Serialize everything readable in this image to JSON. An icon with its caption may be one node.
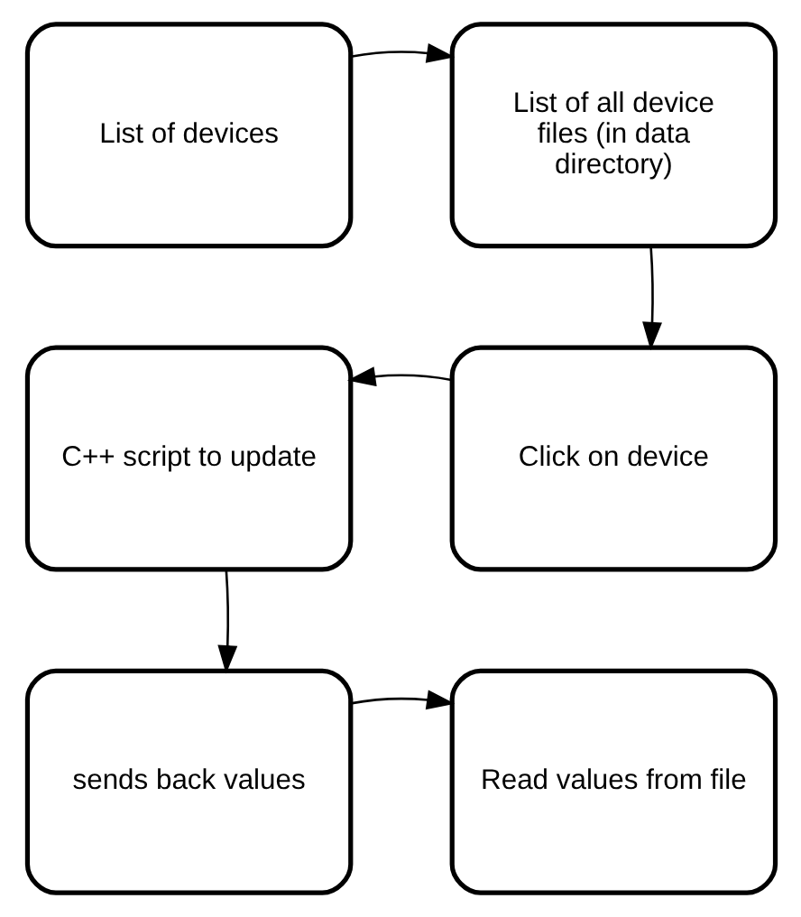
{
  "diagram": {
    "nodes": [
      {
        "text": [
          "List of devices"
        ]
      },
      {
        "text": [
          "List of all device files (in data directory)"
        ]
      },
      {
        "text": [
          "C++ script to update"
        ]
      },
      {
        "text": [
          "Click on device"
        ]
      },
      {
        "text": [
          "sends back values"
        ]
      },
      {
        "text": [
          "Read values from file"
        ]
      }
    ],
    "edges": [
      {
        "from": 0,
        "to": 1,
        "arrow": "to"
      },
      {
        "from": 1,
        "to": 3,
        "arrow": "to"
      },
      {
        "from": 3,
        "to": 2,
        "arrow": "to"
      },
      {
        "from": 2,
        "to": 4,
        "arrow": "to"
      },
      {
        "from": 4,
        "to": 5,
        "arrow": "to"
      }
    ]
  }
}
